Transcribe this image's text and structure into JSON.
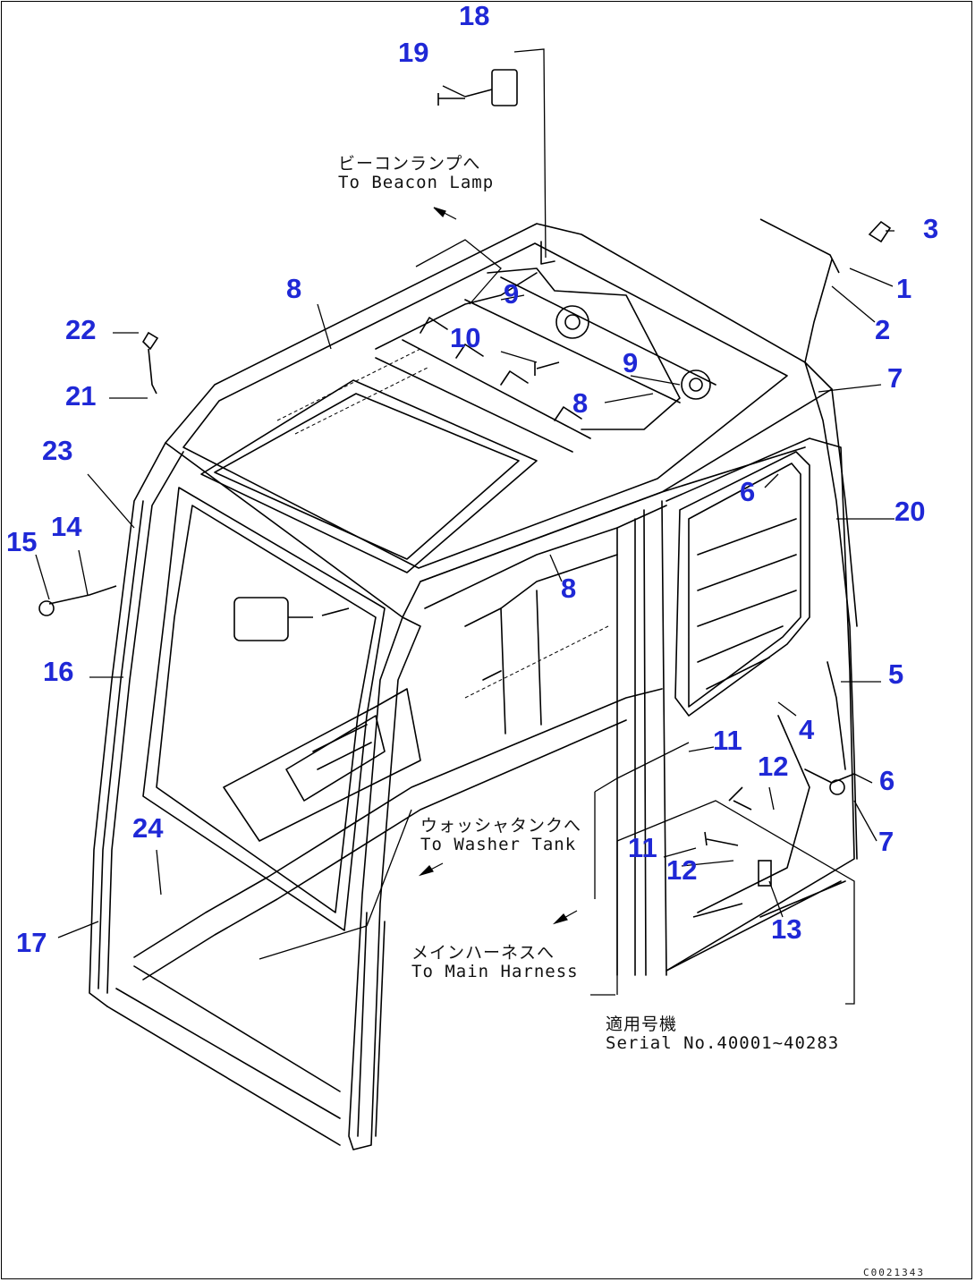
{
  "diagram": {
    "callouts": [
      "18",
      "19",
      "3",
      "1",
      "2",
      "8",
      "9",
      "10",
      "9",
      "7",
      "8",
      "22",
      "21",
      "23",
      "6",
      "20",
      "15",
      "14",
      "8",
      "16",
      "5",
      "4",
      "11",
      "12",
      "6",
      "24",
      "7",
      "11",
      "12",
      "17",
      "13"
    ],
    "notes": [
      {
        "jp": "ビーコンランプへ",
        "en": "To Beacon Lamp"
      },
      {
        "jp": "ウォッシャタンクへ",
        "en": "To Washer Tank"
      },
      {
        "jp": "メインハーネスへ",
        "en": "To Main Harness"
      },
      {
        "jp": "適用号機",
        "en": "Serial No.40001~40283"
      }
    ],
    "drawing_code": "C0021343"
  },
  "colors": {
    "callout": "#1f28d6",
    "line": "#000000",
    "background": "#ffffff"
  }
}
